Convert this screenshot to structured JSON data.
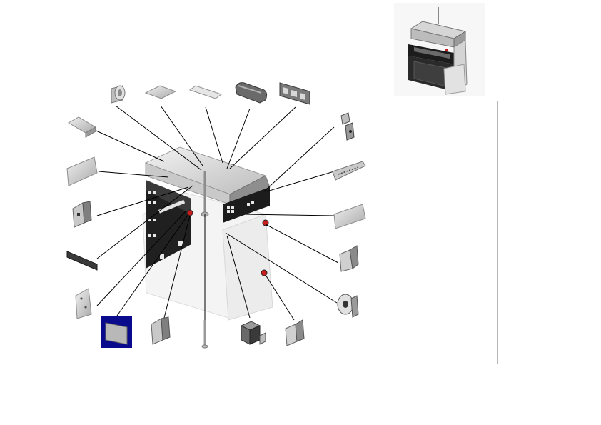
{
  "diagram": {
    "kind": "exploded-view",
    "colors": {
      "background": "#ffffff",
      "part_fill": "#d9d9d9",
      "part_dark": "#4a4a4a",
      "part_black": "#1e1e1e",
      "leader_line": "#000000",
      "selection_fill": "#0a0a8c",
      "selection_inner": "#b8b8b8",
      "accent_red": "#c81e1e",
      "divider": "#6e6e6e"
    },
    "parts": [
      {
        "id": "cylinder-bracket",
        "icon": "cylinder-mount-icon"
      },
      {
        "id": "top-plate",
        "icon": "flat-plate-icon"
      },
      {
        "id": "thin-strip",
        "icon": "thin-strip-icon"
      },
      {
        "id": "rounded-handle",
        "icon": "handle-icon"
      },
      {
        "id": "roof-panel",
        "icon": "roof-panel-icon"
      },
      {
        "id": "top-tray",
        "icon": "tray-icon"
      },
      {
        "id": "hinge-bracket-top",
        "icon": "hinge-icon"
      },
      {
        "id": "side-panel-left",
        "icon": "panel-icon"
      },
      {
        "id": "side-rail-right",
        "icon": "rail-icon"
      },
      {
        "id": "mount-bracket-left",
        "icon": "bracket-icon"
      },
      {
        "id": "side-panel-right",
        "icon": "panel-icon"
      },
      {
        "id": "vent-strip",
        "icon": "strip-icon"
      },
      {
        "id": "side-bracket-right",
        "icon": "bracket-icon"
      },
      {
        "id": "back-plate",
        "icon": "plate-icon"
      },
      {
        "id": "latch-bracket",
        "icon": "latch-icon"
      },
      {
        "id": "selected-panel",
        "icon": "panel-icon",
        "selected": true
      },
      {
        "id": "bottom-bracket-left",
        "icon": "bracket-icon"
      },
      {
        "id": "antenna-rod",
        "icon": "rod-icon"
      },
      {
        "id": "junction-box",
        "icon": "box-icon"
      },
      {
        "id": "bottom-bracket-right",
        "icon": "bracket-icon"
      }
    ],
    "preview": {
      "icon": "assembled-cabinet-icon"
    }
  }
}
